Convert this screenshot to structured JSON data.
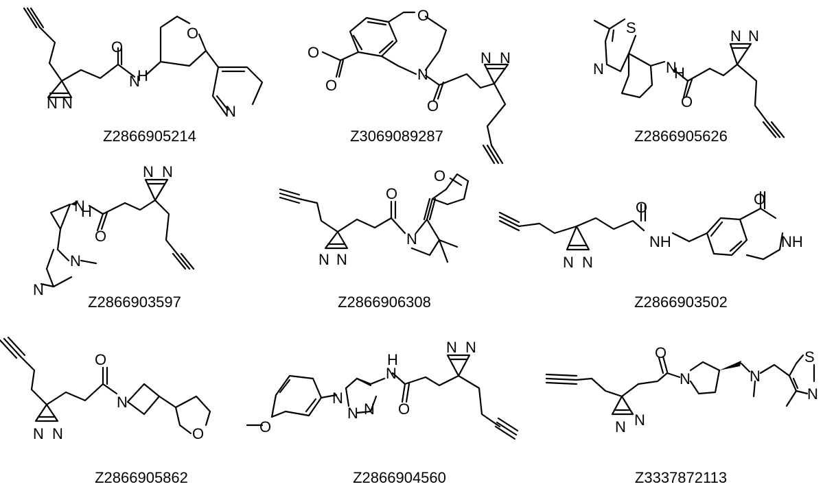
{
  "compounds": [
    {
      "id": "Z2866905214"
    },
    {
      "id": "Z3069089287"
    },
    {
      "id": "Z2866905626"
    },
    {
      "id": "Z2866903597"
    },
    {
      "id": "Z2866906308"
    },
    {
      "id": "Z2866903502"
    },
    {
      "id": "Z2866905862"
    },
    {
      "id": "Z2866904560"
    },
    {
      "id": "Z3337872113"
    }
  ],
  "atoms": {
    "O": "O",
    "N": "N",
    "NN": "N",
    "S": "S",
    "NH": "NH",
    "H": "H"
  }
}
